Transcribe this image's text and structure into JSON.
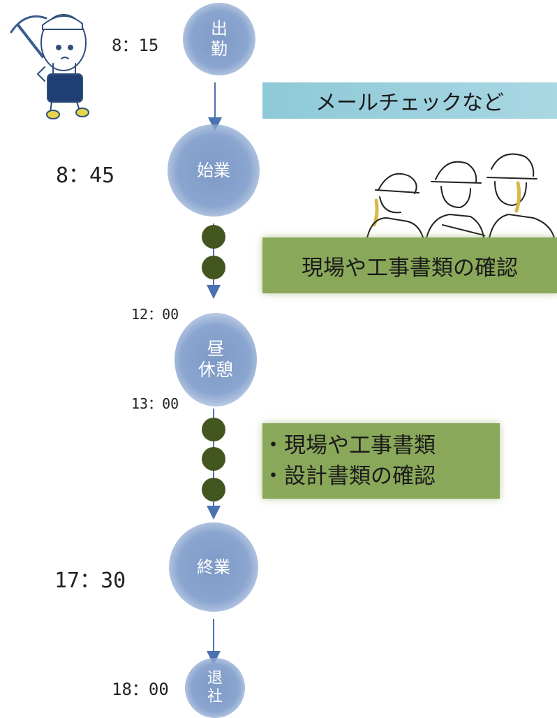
{
  "timeline": {
    "nodes": [
      {
        "label_lines": [
          "出",
          "勤"
        ],
        "time": "8：15"
      },
      {
        "label_lines": [
          "始業"
        ],
        "time": "8：45"
      },
      {
        "label_lines": [
          "昼",
          "休憩"
        ],
        "time_start": "12：00",
        "time_end": "13：00"
      },
      {
        "label_lines": [
          "終業"
        ],
        "time": "17：30"
      },
      {
        "label_lines": [
          "退",
          "社"
        ],
        "time": "18：00"
      }
    ]
  },
  "activities": {
    "mail_check": "メールチェックなど",
    "morning_work": "現場や工事書類の確認",
    "afternoon_lines": [
      "・現場や工事書類",
      "・設計書類の確認"
    ]
  },
  "colors": {
    "node_blue": "#8aa5cf",
    "arrow_blue": "#4a72b0",
    "dot_green": "#44561f",
    "banner_blue": "#9fd2df",
    "banner_green": "#8aa85a"
  },
  "illustrations": [
    "worker-with-pickaxe-illustration",
    "three-workers-helmets-illustration"
  ]
}
